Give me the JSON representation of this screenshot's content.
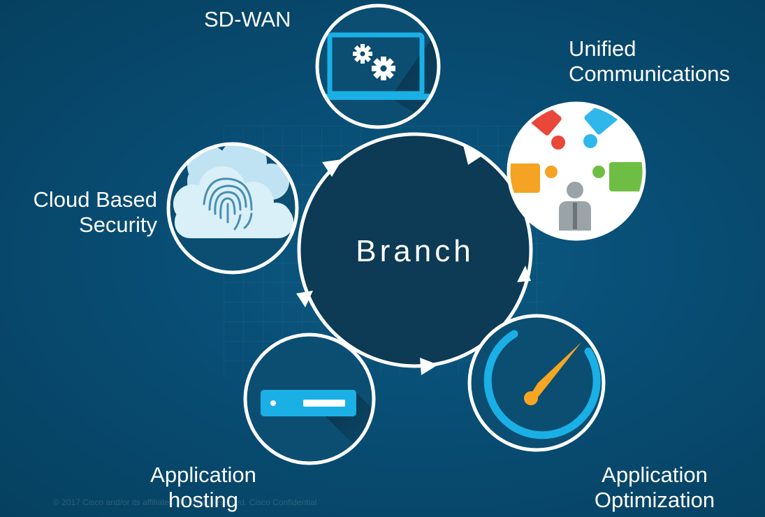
{
  "diagram": {
    "center_label": "Branch",
    "nodes": {
      "sdwan": {
        "line1": "SD-WAN",
        "icon": "laptop-gears-icon"
      },
      "unified": {
        "line1": "Unified",
        "line2": "Communications",
        "icon": "people-network-icon"
      },
      "cloud": {
        "line1": "Cloud Based",
        "line2": "Security",
        "icon": "cloud-fingerprint-icon"
      },
      "hosting": {
        "line1": "Application",
        "line2": "hosting",
        "icon": "server-icon"
      },
      "optimization": {
        "line1": "Application",
        "line2": "Optimization",
        "icon": "speedometer-icon"
      }
    }
  },
  "footer": "© 2017 Cisco and/or its affiliates. All rights reserved.   Cisco Confidential",
  "colors": {
    "background": "#0a5478",
    "center_fill": "#0d3a54",
    "ring": "#ffffff",
    "icon_blue": "#1ab0e6",
    "gauge_needle": "#f7a622"
  }
}
